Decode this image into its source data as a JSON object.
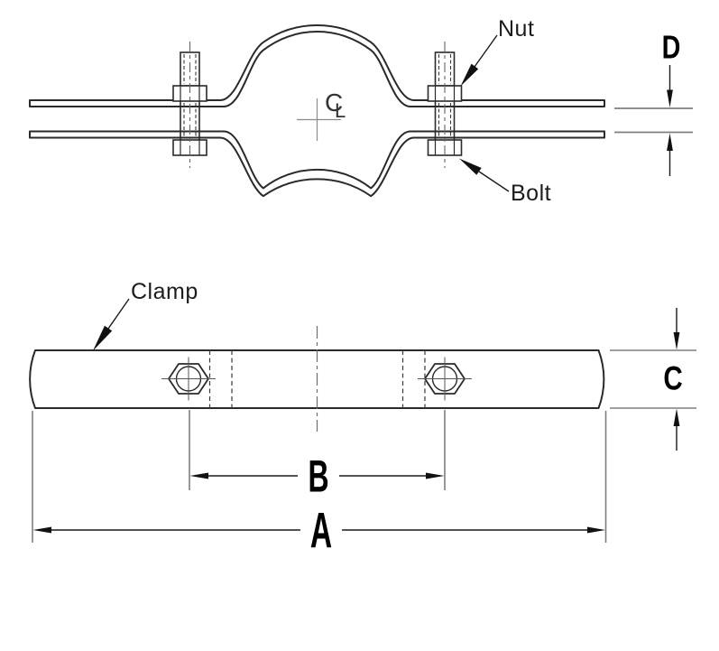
{
  "drawing": {
    "top_view": {
      "callouts": {
        "nut": "Nut",
        "bolt": "Bolt"
      },
      "dim_d": "D",
      "centerline": {
        "c": "C",
        "l": "L"
      }
    },
    "front_view": {
      "callout_clamp": "Clamp",
      "dim_a": "A",
      "dim_b": "B",
      "dim_c": "C"
    },
    "colors": {
      "background": "#ffffff",
      "main_line": "#2a2a2a",
      "extension_line": "#7f7f7f",
      "hidden_line": "#3a3a3a",
      "centerline": "#666666",
      "label_text": "#1c1c1c",
      "dimension_text": "#000000"
    }
  }
}
